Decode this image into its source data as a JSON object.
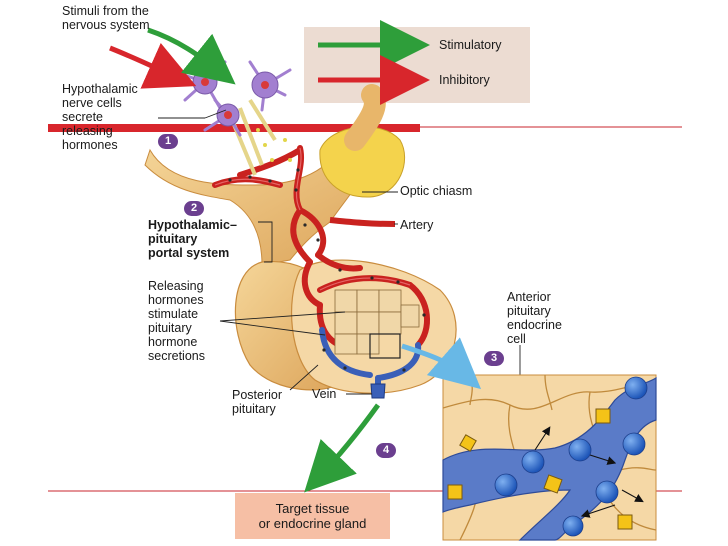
{
  "labels": {
    "stimuli": "Stimuli from the\nnervous system",
    "hypothalamic_cells": "Hypothalamic\nnerve cells\nsecrete\nreleasing\nhormones",
    "optic_chiasm": "Optic chiasm",
    "artery": "Artery",
    "portal_system": "Hypothalamic–\npituitary\nportal system",
    "releasing_stimulate": "Releasing\nhormones\nstimulate\npituitary\nhormone\nsecretions",
    "anterior_cell": "Anterior\npituitary\nendocrine\ncell",
    "posterior_pituitary": "Posterior\npituitary",
    "vein": "Vein",
    "target": "Target tissue\nor endocrine gland"
  },
  "legend": {
    "stimulatory": "Stimulatory",
    "inhibitory": "Inhibitory"
  },
  "steps": [
    "1",
    "2",
    "3",
    "4"
  ],
  "colors": {
    "stimulatory": "#2e9e3a",
    "inhibitory": "#d8262c",
    "red_bar": "#d8262c",
    "gland": "#ecc07a",
    "gland_dark": "#d49a48",
    "artery": "#c9221f",
    "vein": "#3a5fb8",
    "blood_cell": "#2f6fd1",
    "hormone": "#f4c318",
    "neuron": "#a27fd0",
    "badge": "#6b3f8f",
    "target_box": "#f6bfa5",
    "legend_box": "#ecdcd2",
    "arrow_blue": "#68b8e6",
    "arrow_green": "#2e9e3a"
  }
}
